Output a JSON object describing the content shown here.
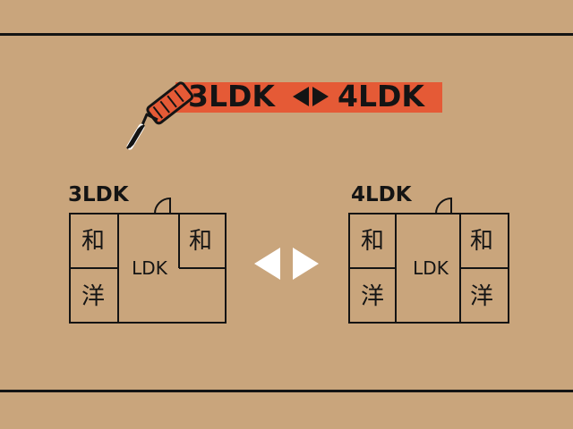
{
  "banner": {
    "left_label": "3LDK",
    "right_label": "4LDK"
  },
  "plans": {
    "left": {
      "title": "3LDK",
      "room_wa_left": "和",
      "room_wa_right": "和",
      "room_you": "洋",
      "room_ldk": "LDK"
    },
    "right": {
      "title": "4LDK",
      "room_wa_left": "和",
      "room_wa_right": "和",
      "room_you_left": "洋",
      "room_you_right": "洋",
      "room_ldk": "LDK"
    }
  },
  "colors": {
    "background": "#c9a57c",
    "accent": "#e55a36",
    "ink": "#141414",
    "arrow": "#ffffff"
  },
  "icons": [
    "paint-roller-icon",
    "swap-arrows-icon",
    "door-swing-icon"
  ]
}
